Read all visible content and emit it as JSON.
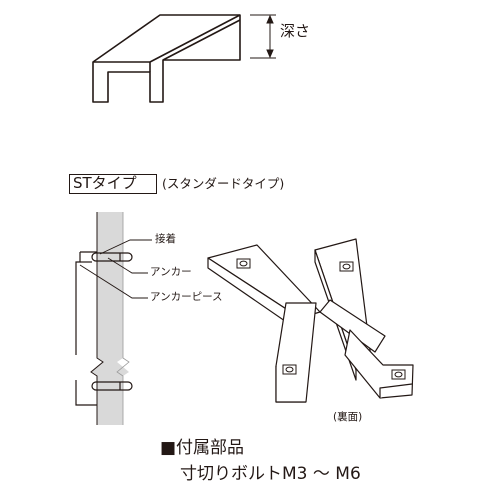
{
  "depth_label": "深さ",
  "type_name": "STタイプ",
  "type_description": "(スタンダードタイプ)",
  "callouts": {
    "adhesive": "接着",
    "anchor": "アンカー",
    "anchor_piece": "アンカーピース"
  },
  "reverse_side_label": "(裏面)",
  "parts": {
    "heading": "■付属部品",
    "item": "寸切りボルトM3 ～ M6"
  },
  "colors": {
    "line": "#231815",
    "wall": "#d9d9d9",
    "background": "#ffffff"
  }
}
